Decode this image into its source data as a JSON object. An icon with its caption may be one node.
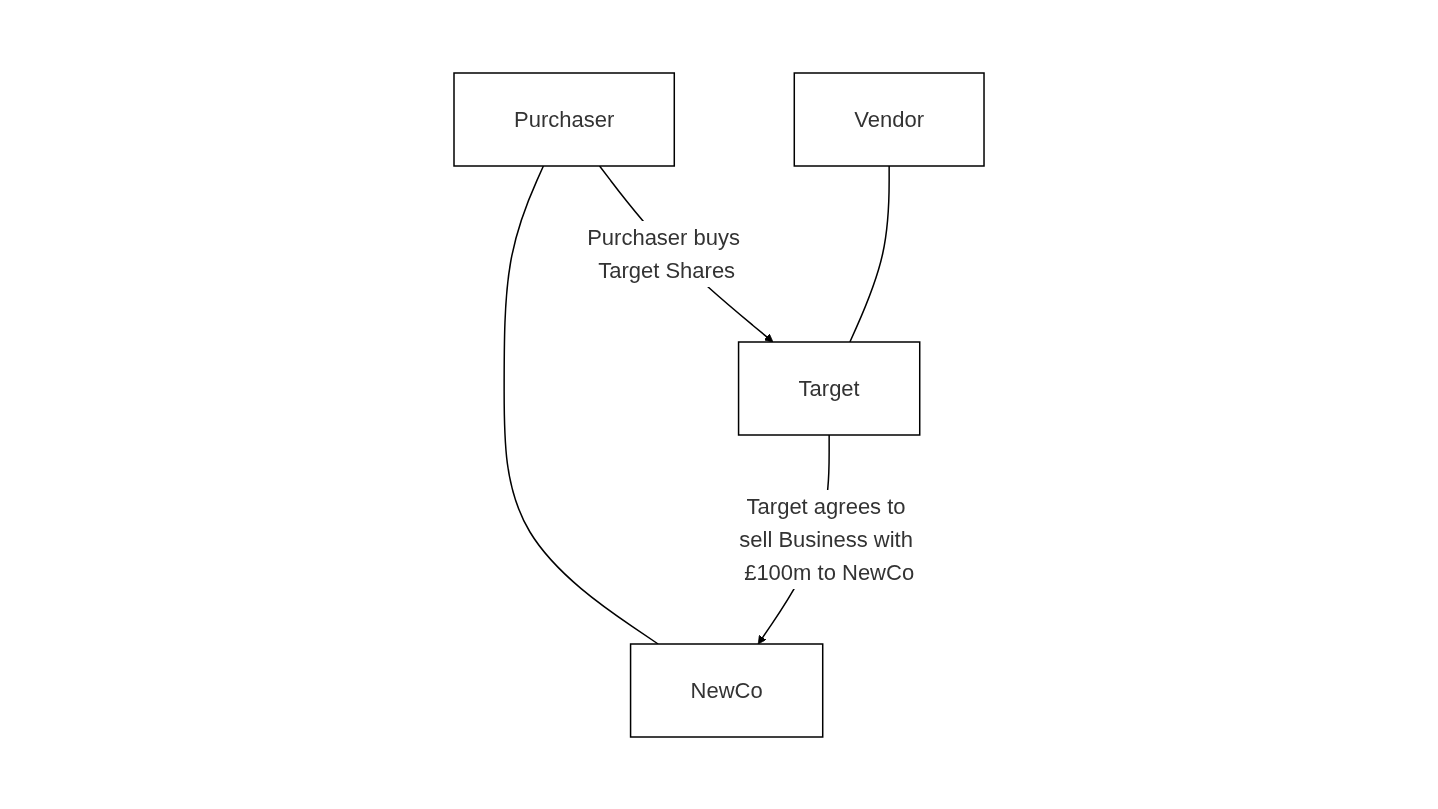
{
  "diagram": {
    "nodes": [
      {
        "text": [
          "Purchaser"
        ]
      },
      {
        "text": [
          "Vendor"
        ]
      },
      {
        "text": [
          "NewCo"
        ]
      },
      {
        "text": [
          "Target"
        ]
      }
    ],
    "edges": [
      {
        "from": 0,
        "to": 2,
        "arrow": "none"
      },
      {
        "from": 1,
        "to": 3,
        "arrow": "none"
      },
      {
        "from": 0,
        "to": 3,
        "arrow": "to",
        "label": "Purchaser buys Target Shares"
      },
      {
        "from": 3,
        "to": 2,
        "arrow": "to",
        "label": "Target agrees to sell Business with £100m to NewCo"
      }
    ]
  }
}
